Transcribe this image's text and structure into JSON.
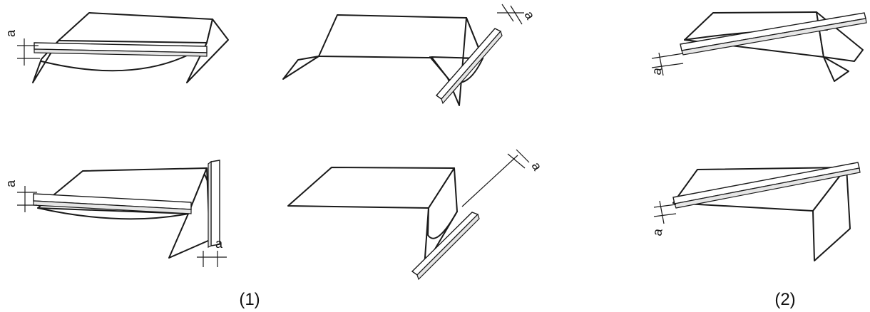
{
  "figure": {
    "labels": {
      "group_1": "(1)",
      "group_2": "(2)"
    },
    "dimension_symbol": "a",
    "colors": {
      "line": "#1a1a1a",
      "bar_side": "#e6e6e6",
      "background": "#ffffff"
    }
  }
}
